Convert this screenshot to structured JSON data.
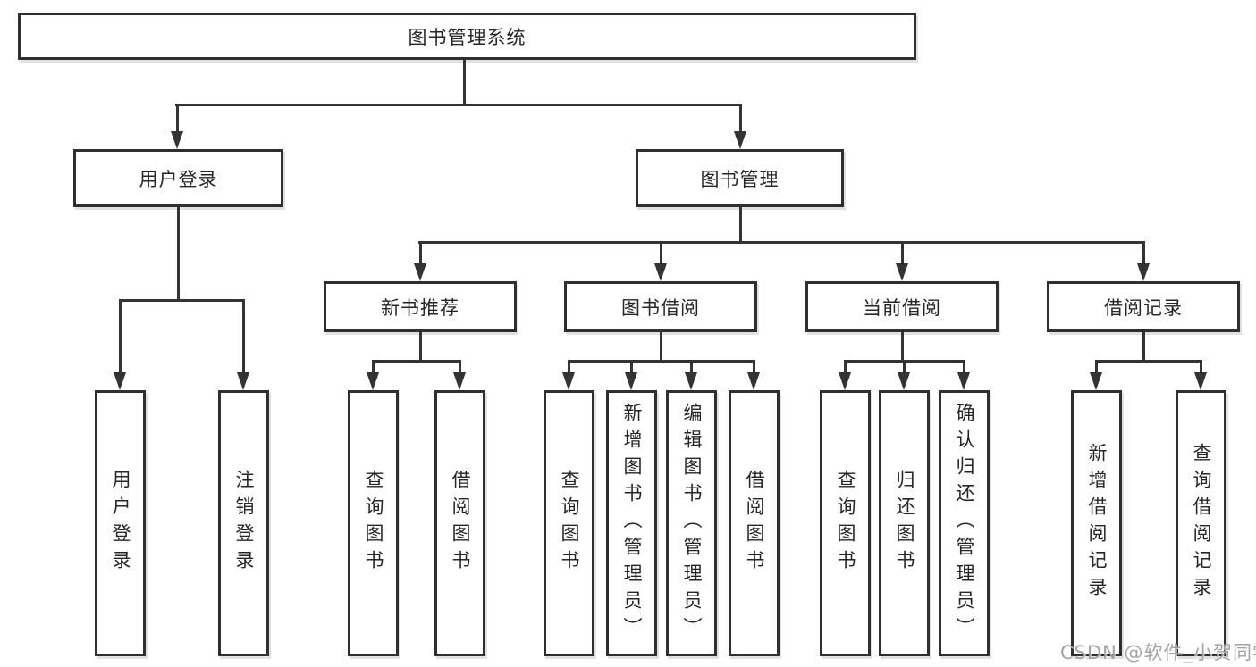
{
  "tree": {
    "label": "图书管理系统",
    "children": [
      {
        "label": "用户登录",
        "children": [
          {
            "label": "用户登录"
          },
          {
            "label": "注销登录"
          }
        ]
      },
      {
        "label": "图书管理",
        "children": [
          {
            "label": "新书推荐",
            "children": [
              {
                "label": "查询图书"
              },
              {
                "label": "借阅图书"
              }
            ]
          },
          {
            "label": "图书借阅",
            "children": [
              {
                "label": "查询图书"
              },
              {
                "label": "新增图书（管理员）"
              },
              {
                "label": "编辑图书（管理员）"
              },
              {
                "label": "借阅图书"
              }
            ]
          },
          {
            "label": "当前借阅",
            "children": [
              {
                "label": "查询图书"
              },
              {
                "label": "归还图书"
              },
              {
                "label": "确认归还（管理员）"
              }
            ]
          },
          {
            "label": "借阅记录",
            "children": [
              {
                "label": "新增借阅记录"
              },
              {
                "label": "查询借阅记录"
              }
            ]
          }
        ]
      }
    ]
  },
  "watermark": {
    "text": "CSDN @软件_小贺同学"
  },
  "colors": {
    "line": "#333333",
    "box_border": "#2f2f2f",
    "box_fill": "#ffffff",
    "text": "#262626",
    "watermark": "#9e9e9e",
    "background": "#ffffff"
  }
}
